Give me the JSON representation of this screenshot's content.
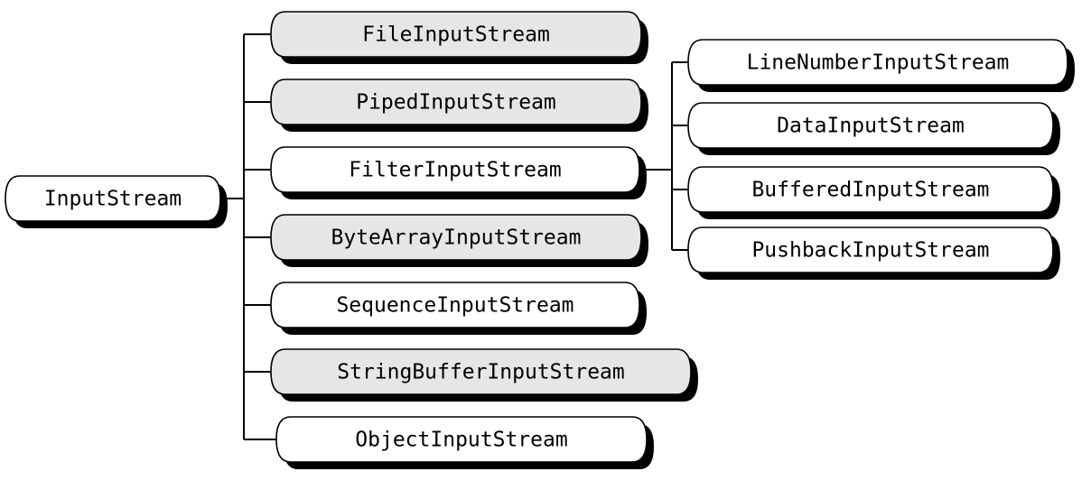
{
  "diagram": {
    "root": {
      "label": "InputStream",
      "shaded": false
    },
    "children": [
      {
        "label": "FileInputStream",
        "shaded": true
      },
      {
        "label": "PipedInputStream",
        "shaded": true
      },
      {
        "label": "FilterInputStream",
        "shaded": false
      },
      {
        "label": "ByteArrayInputStream",
        "shaded": true
      },
      {
        "label": "SequenceInputStream",
        "shaded": false
      },
      {
        "label": "StringBufferInputStream",
        "shaded": true
      },
      {
        "label": "ObjectInputStream",
        "shaded": false
      }
    ],
    "filter_children": [
      {
        "label": "LineNumberInputStream",
        "shaded": false
      },
      {
        "label": "DataInputStream",
        "shaded": false
      },
      {
        "label": "BufferedInputStream",
        "shaded": false
      },
      {
        "label": "PushbackInputStream",
        "shaded": false
      }
    ]
  },
  "colors": {
    "shaded_fill": "#e6e6e6",
    "plain_fill": "#ffffff",
    "outline": "#000000",
    "shadow": "#000000"
  }
}
